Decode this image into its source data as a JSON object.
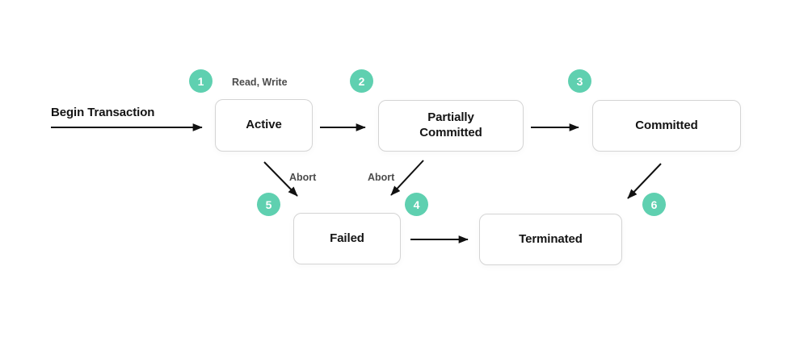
{
  "diagram": {
    "type": "state-transition",
    "subject": "transaction-states",
    "accent_color": "#5fd0b0",
    "arrow_color": "#111111",
    "box_border_color": "#d4d4d4",
    "labels": {
      "begin_transaction": "Begin Transaction",
      "read_write": "Read, Write",
      "abort_from_active": "Abort",
      "abort_from_partially_committed": "Abort"
    },
    "states": [
      {
        "id": "active",
        "label": "Active"
      },
      {
        "id": "partially-committed",
        "label": "Partially Committed"
      },
      {
        "id": "committed",
        "label": "Committed"
      },
      {
        "id": "failed",
        "label": "Failed"
      },
      {
        "id": "terminated",
        "label": "Terminated"
      }
    ],
    "badges": [
      {
        "number": "1"
      },
      {
        "number": "2"
      },
      {
        "number": "3"
      },
      {
        "number": "4"
      },
      {
        "number": "5"
      },
      {
        "number": "6"
      }
    ],
    "edges": [
      {
        "from": "start",
        "to": "active",
        "label": "Begin Transaction"
      },
      {
        "from": "active",
        "to": "partially-committed"
      },
      {
        "from": "partially-committed",
        "to": "committed"
      },
      {
        "from": "active",
        "to": "failed",
        "label": "Abort"
      },
      {
        "from": "partially-committed",
        "to": "failed",
        "label": "Abort"
      },
      {
        "from": "failed",
        "to": "terminated"
      },
      {
        "from": "committed",
        "to": "terminated"
      }
    ]
  }
}
